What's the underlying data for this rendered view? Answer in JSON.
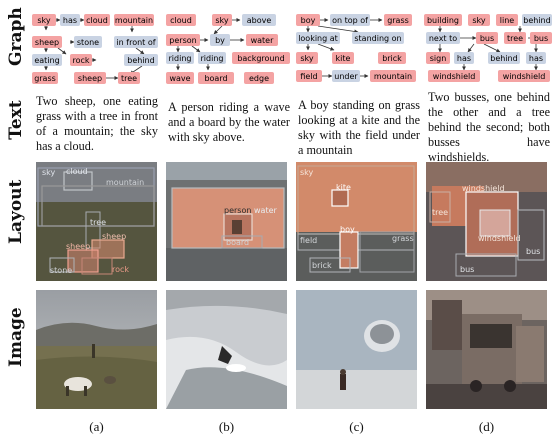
{
  "row_labels": {
    "graph": "Graph",
    "text": "Text",
    "layout": "Layout",
    "image": "Image"
  },
  "panels": [
    {
      "subfig": "(a)",
      "caption": "Two sheep, one eating grass with a tree in front of a mountain; the sky has a cloud.",
      "graph_nodes": {
        "sky": "sky",
        "has": "has",
        "cloud": "cloud",
        "mountain": "mountain",
        "sheep1": "sheep",
        "stone": "stone",
        "infront": "in front of",
        "eating": "eating",
        "rock": "rock",
        "behind": "behind",
        "grass": "grass",
        "sheep2": "sheep",
        "tree": "tree"
      },
      "layout_labels": {
        "sky": "sky",
        "cloud": "cloud",
        "mountain": "mountain",
        "tree": "tree",
        "sheep1": "sheep",
        "sheep2": "sheep",
        "stone": "stone",
        "rock": "rock"
      }
    },
    {
      "subfig": "(b)",
      "caption": "A person riding a wave and a board by the water with sky above.",
      "graph_nodes": {
        "cloud": "cloud",
        "sky": "sky",
        "above": "above",
        "person": "person",
        "by": "by",
        "water": "water",
        "riding1": "riding",
        "riding2": "riding",
        "background": "background",
        "wave": "wave",
        "board": "board",
        "edge": "edge"
      },
      "layout_labels": {
        "person": "person",
        "water": "water",
        "board": "board"
      }
    },
    {
      "subfig": "(c)",
      "caption": "A boy standing on grass looking at a kite and the sky with the field under a mountain",
      "graph_nodes": {
        "boy": "boy",
        "ontopof": "on top of",
        "grass": "grass",
        "looking": "looking at",
        "standing": "standing on",
        "sky": "sky",
        "kite": "kite",
        "brick": "brick",
        "field": "field",
        "under": "under",
        "mountain": "mountain"
      },
      "layout_labels": {
        "sky": "sky",
        "kite": "kite",
        "field": "field",
        "boy": "boy",
        "grass": "grass",
        "brick": "brick"
      }
    },
    {
      "subfig": "(d)",
      "caption": "Two busses, one behind the other and a tree behind the second; both busses have windshields.",
      "graph_nodes": {
        "building": "building",
        "sky": "sky",
        "line": "line",
        "behind1": "behind",
        "bus1": "bus",
        "nextto": "next to",
        "tree": "tree",
        "bus2": "bus",
        "sign": "sign",
        "has1": "has",
        "behind2": "behind",
        "has2": "has",
        "ws1": "windshield",
        "ws2": "windshield"
      },
      "layout_labels": {
        "windshield1": "windshield",
        "tree": "tree",
        "windshield2": "windshield",
        "bus1": "bus",
        "bus2": "bus"
      }
    }
  ],
  "colors": {
    "object_node": "#f4a3a3",
    "relation_node": "#c9d3e3",
    "arrow": "#333333"
  }
}
